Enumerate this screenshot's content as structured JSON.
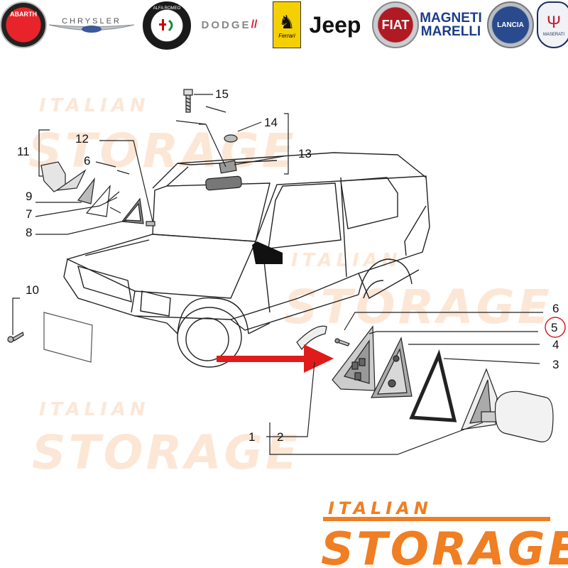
{
  "brands": {
    "abarth": "ABARTH",
    "chrysler": "CHRYSLER",
    "alfa": "ALFA ROMEO",
    "dodge": "DODGE",
    "ferrari": "Ferrari",
    "jeep": "Jeep",
    "fiat": "FIAT",
    "magneti_line1": "MAGNETI",
    "magneti_line2": "MARELLI",
    "lancia": "LANCIA",
    "maserati": "MASERATI"
  },
  "watermark": {
    "line1": "ITALIAN",
    "line2": "STORAGE"
  },
  "brand_logo": {
    "line1": "ITALIAN",
    "line2": "STORAGE"
  },
  "callouts": {
    "c1": "1",
    "c2": "2",
    "c3": "3",
    "c4": "4",
    "c5": "5",
    "c6": "6",
    "c6b": "6",
    "c7": "7",
    "c8": "8",
    "c9": "9",
    "c10": "10",
    "c11": "11",
    "c12": "12",
    "c13": "13",
    "c14": "14",
    "c15": "15"
  },
  "colors": {
    "accent": "#f07e22",
    "arrow": "#e01b1b",
    "circle": "#d42020"
  }
}
